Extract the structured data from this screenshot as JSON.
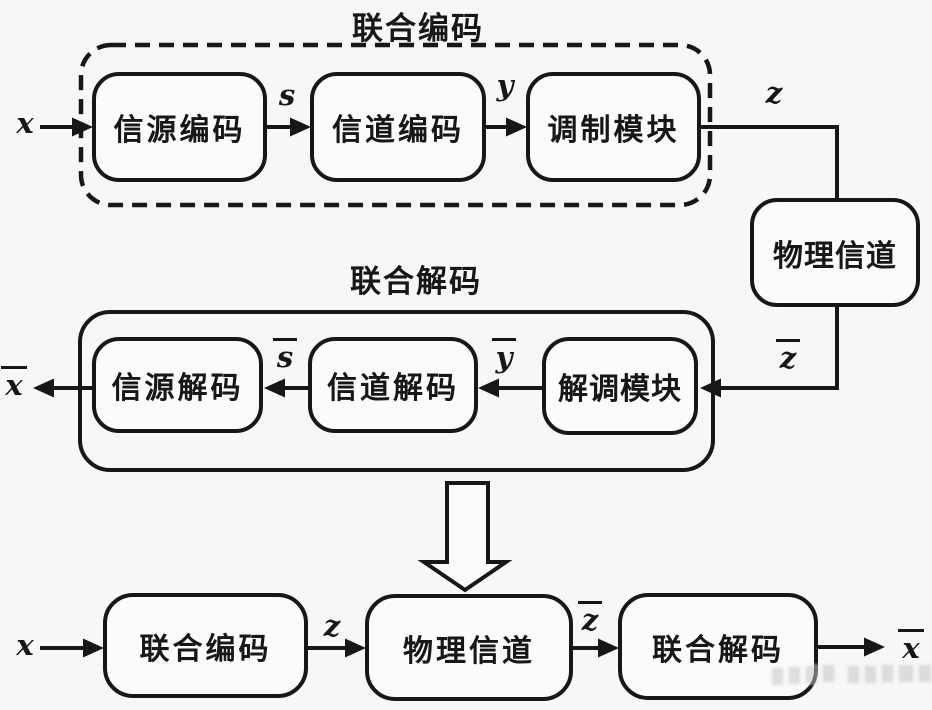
{
  "encoder_section": {
    "title": "联合编码",
    "source_encoder": "信源编码",
    "channel_encoder": "信道编码",
    "modulator": "调制模块",
    "input_x": "x",
    "sig_s": "s",
    "sig_y": "y",
    "sig_z": "z"
  },
  "physical_channel": {
    "label": "物理信道"
  },
  "decoder_section": {
    "title": "联合解码",
    "source_decoder": "信源解码",
    "channel_decoder": "信道解码",
    "demodulator": "解调模块",
    "output_x_bar": "x",
    "sig_s_bar": "s",
    "sig_y_bar": "y",
    "sig_z_bar": "z"
  },
  "summary_row": {
    "joint_encoder": "联合编码",
    "physical_channel": "物理信道",
    "joint_decoder": "联合解码",
    "input_x": "x",
    "sig_z": "z",
    "sig_z_bar": "z",
    "output_x_bar": "x"
  },
  "colors": {
    "line": "#171717",
    "background": "#f7f7f7",
    "watermark": "#9a9a9a"
  }
}
